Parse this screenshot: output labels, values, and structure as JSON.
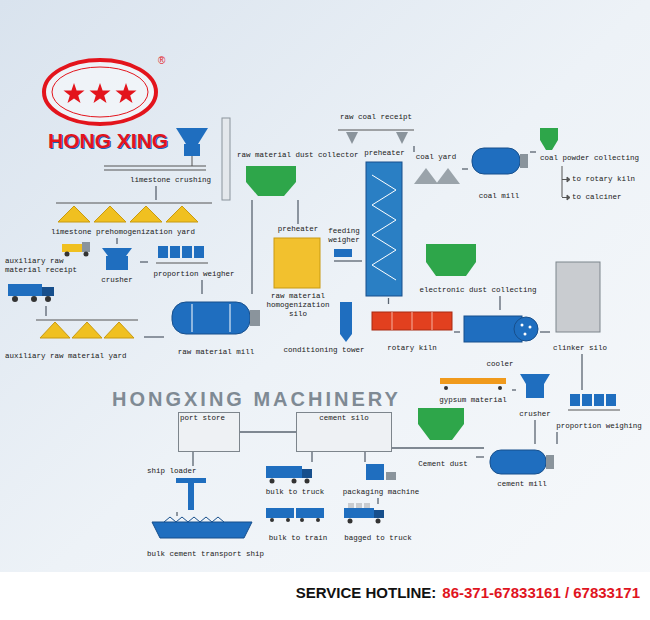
{
  "diagram": {
    "nodes": [
      {
        "text": [
          "limestone crushing"
        ]
      },
      {
        "text": [
          "limestone prehomogenization yard"
        ]
      },
      {
        "text": [
          "auxiliary raw material receipt"
        ]
      },
      {
        "text": [
          "crusher"
        ]
      },
      {
        "text": [
          "proportion weigher"
        ]
      },
      {
        "text": [
          "raw material mill"
        ]
      },
      {
        "text": [
          "auxiliary raw material yard"
        ]
      },
      {
        "text": [
          "raw material dust collector"
        ]
      },
      {
        "text": [
          "preheater",
          "raw material homogenization silo"
        ]
      },
      {
        "text": [
          "feeding weigher"
        ]
      },
      {
        "text": [
          "conditioning tower"
        ]
      },
      {
        "text": [
          "preheater"
        ]
      },
      {
        "text": [
          "raw coal receipt"
        ]
      },
      {
        "text": [
          "coal yard"
        ]
      },
      {
        "text": [
          "coal mill"
        ]
      },
      {
        "text": [
          "coal powder collecting"
        ]
      },
      {
        "text": [
          "electronic dust collecting"
        ]
      },
      {
        "text": [
          "clinker silo"
        ]
      },
      {
        "text": [
          "rotary kiln"
        ]
      },
      {
        "text": [
          "cooler"
        ]
      },
      {
        "text": [
          "gypsum material"
        ]
      },
      {
        "text": [
          "crusher"
        ]
      },
      {
        "text": [
          "proportion weighing"
        ]
      },
      {
        "text": [
          "Cement dust"
        ]
      },
      {
        "text": [
          "cement mill"
        ]
      },
      {
        "text": [
          "cement silo"
        ]
      },
      {
        "text": [
          "port store"
        ]
      },
      {
        "text": [
          "ship loader"
        ]
      },
      {
        "text": [
          "bulk cement transport ship"
        ]
      },
      {
        "text": [
          "bulk to truck"
        ]
      },
      {
        "text": [
          "packaging machine"
        ]
      },
      {
        "text": [
          "bulk to train"
        ]
      },
      {
        "text": [
          "bagged to truck"
        ]
      }
    ],
    "edges": [
      {
        "from": 0,
        "to": 1,
        "arrow": "none"
      },
      {
        "from": 1,
        "to": 3,
        "arrow": "none"
      },
      {
        "from": 2,
        "to": 6,
        "arrow": "none"
      },
      {
        "from": 3,
        "to": 4,
        "arrow": "none"
      },
      {
        "from": 4,
        "to": 5,
        "arrow": "none"
      },
      {
        "from": 6,
        "to": 5,
        "arrow": "none"
      },
      {
        "from": 5,
        "to": 7,
        "arrow": "none"
      },
      {
        "from": 7,
        "to": 8,
        "arrow": "none"
      },
      {
        "from": 8,
        "to": 11,
        "arrow": "none"
      },
      {
        "from": 11,
        "to": 18,
        "arrow": "none"
      },
      {
        "from": 18,
        "to": 19,
        "arrow": "none"
      },
      {
        "from": 19,
        "to": 16,
        "arrow": "none"
      },
      {
        "from": 19,
        "to": 17,
        "arrow": "none"
      },
      {
        "from": 12,
        "to": 13,
        "arrow": "none"
      },
      {
        "from": 13,
        "to": 14,
        "arrow": "none"
      },
      {
        "from": 14,
        "to": 15,
        "arrow": "none"
      },
      {
        "from": 17,
        "to": 22,
        "arrow": "none"
      },
      {
        "from": 20,
        "to": 21,
        "arrow": "none"
      },
      {
        "from": 21,
        "to": 24,
        "arrow": "none"
      },
      {
        "from": 22,
        "to": 24,
        "arrow": "none"
      },
      {
        "from": 23,
        "to": 24,
        "arrow": "none"
      },
      {
        "from": 24,
        "to": 25,
        "arrow": "none"
      },
      {
        "from": 25,
        "to": 26,
        "arrow": "none"
      },
      {
        "from": 25,
        "to": 29,
        "arrow": "none"
      },
      {
        "from": 25,
        "to": 30,
        "arrow": "none"
      },
      {
        "from": 30,
        "to": 32,
        "arrow": "none"
      },
      {
        "from": 26,
        "to": 27,
        "arrow": "none"
      },
      {
        "from": 27,
        "to": 28,
        "arrow": "none"
      }
    ],
    "labels": [
      "HONG XING",
      "®",
      "to rotary kiln",
      "to calciner",
      "HONGXING MACHINERY",
      "SERVICE HOTLINE:",
      "86-371-67833161 / 67833171"
    ]
  }
}
